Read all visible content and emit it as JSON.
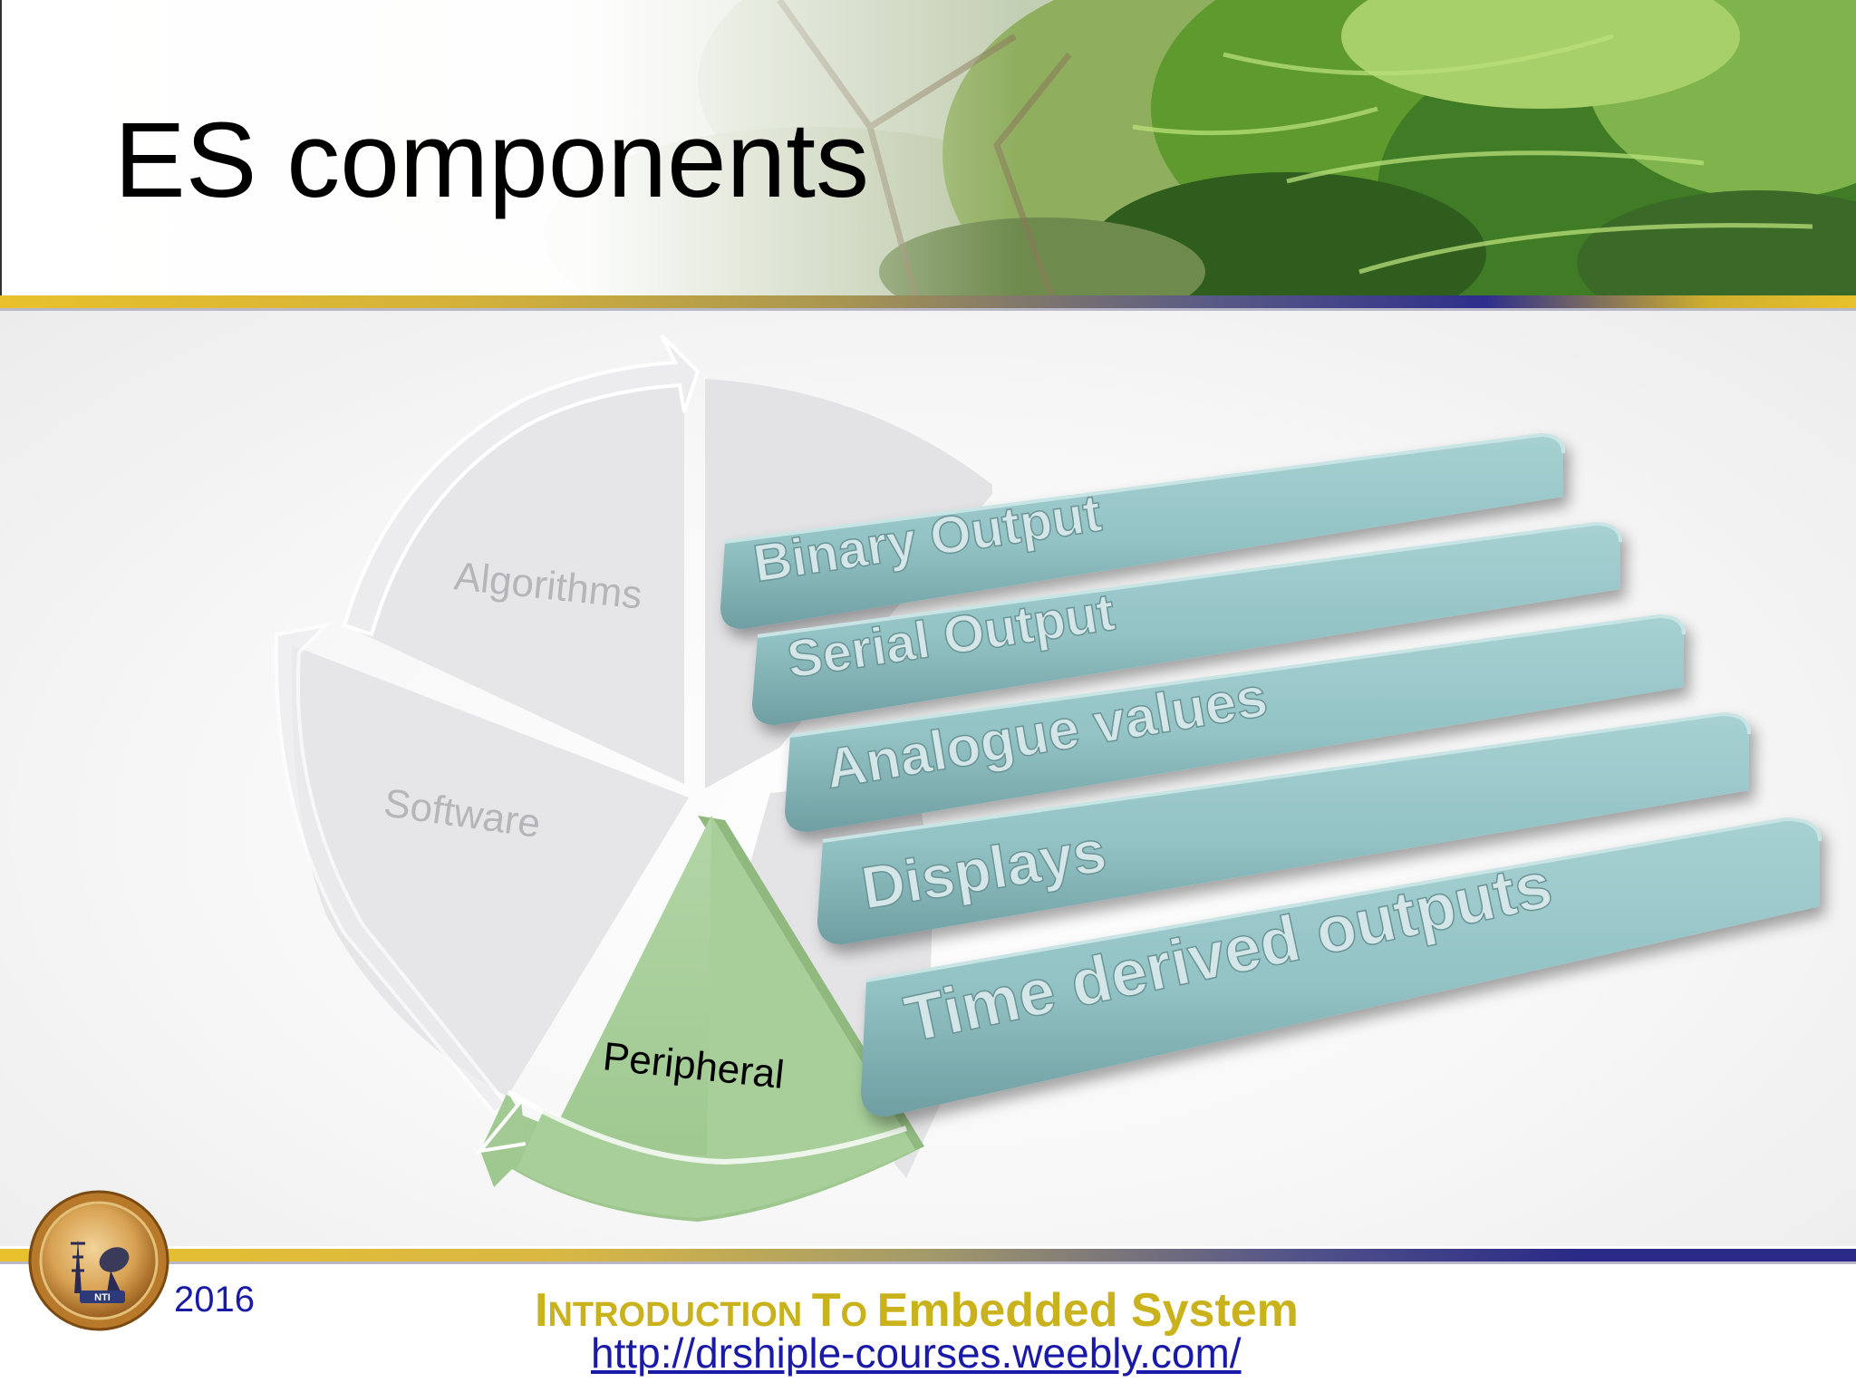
{
  "slide": {
    "title": "ES components",
    "year": "2016",
    "footer": {
      "title_small_1": "Introduction ",
      "title_small_2": "To ",
      "title_big": "Embedded System",
      "link": "http://drshiple-courses.weebly.com/"
    },
    "logo_text": "NTI"
  },
  "cycle": {
    "segments": [
      {
        "label": "Algorithms",
        "highlighted": false
      },
      {
        "label": "Software",
        "highlighted": false
      },
      {
        "label": "Peripheral",
        "highlighted": true
      }
    ]
  },
  "outputs": {
    "items": [
      {
        "label": "Binary Output"
      },
      {
        "label": "Serial Output"
      },
      {
        "label": "Analogue values"
      },
      {
        "label": "Displays"
      },
      {
        "label": "Time derived outputs"
      }
    ]
  },
  "colors": {
    "accent_gold": "#e8c12c",
    "accent_navy": "#2e2e8c",
    "bar_fill": "#93c3c5",
    "peripheral_fill": "#a9cf9c",
    "faded_segment": "#e2e2e6"
  }
}
